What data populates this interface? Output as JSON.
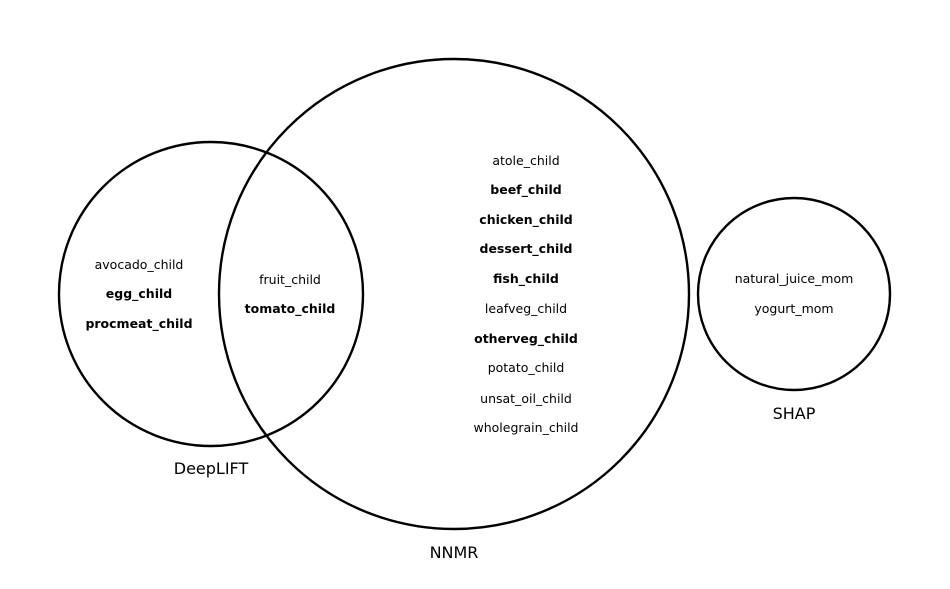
{
  "sets": [
    {
      "id": "deeplift",
      "label": "DeepLIFT"
    },
    {
      "id": "nnmr",
      "label": "NNMR"
    },
    {
      "id": "shap",
      "label": "SHAP"
    }
  ],
  "regions": {
    "deeplift_only": [
      {
        "text": "avocado_child",
        "bold": false
      },
      {
        "text": "egg_child",
        "bold": true
      },
      {
        "text": "procmeat_child",
        "bold": true
      }
    ],
    "deeplift_nnmr": [
      {
        "text": "fruit_child",
        "bold": false
      },
      {
        "text": "tomato_child",
        "bold": true
      }
    ],
    "nnmr_only": [
      {
        "text": "atole_child",
        "bold": false
      },
      {
        "text": "beef_child",
        "bold": true
      },
      {
        "text": "chicken_child",
        "bold": true
      },
      {
        "text": "dessert_child",
        "bold": true
      },
      {
        "text": "fish_child",
        "bold": true
      },
      {
        "text": "leafveg_child",
        "bold": false
      },
      {
        "text": "otherveg_child",
        "bold": true
      },
      {
        "text": "potato_child",
        "bold": false
      },
      {
        "text": "unsat_oil_child",
        "bold": false
      },
      {
        "text": "wholegrain_child",
        "bold": false
      }
    ],
    "shap_only": [
      {
        "text": "natural_juice_mom",
        "bold": false
      },
      {
        "text": "yogurt_mom",
        "bold": false
      }
    ]
  }
}
